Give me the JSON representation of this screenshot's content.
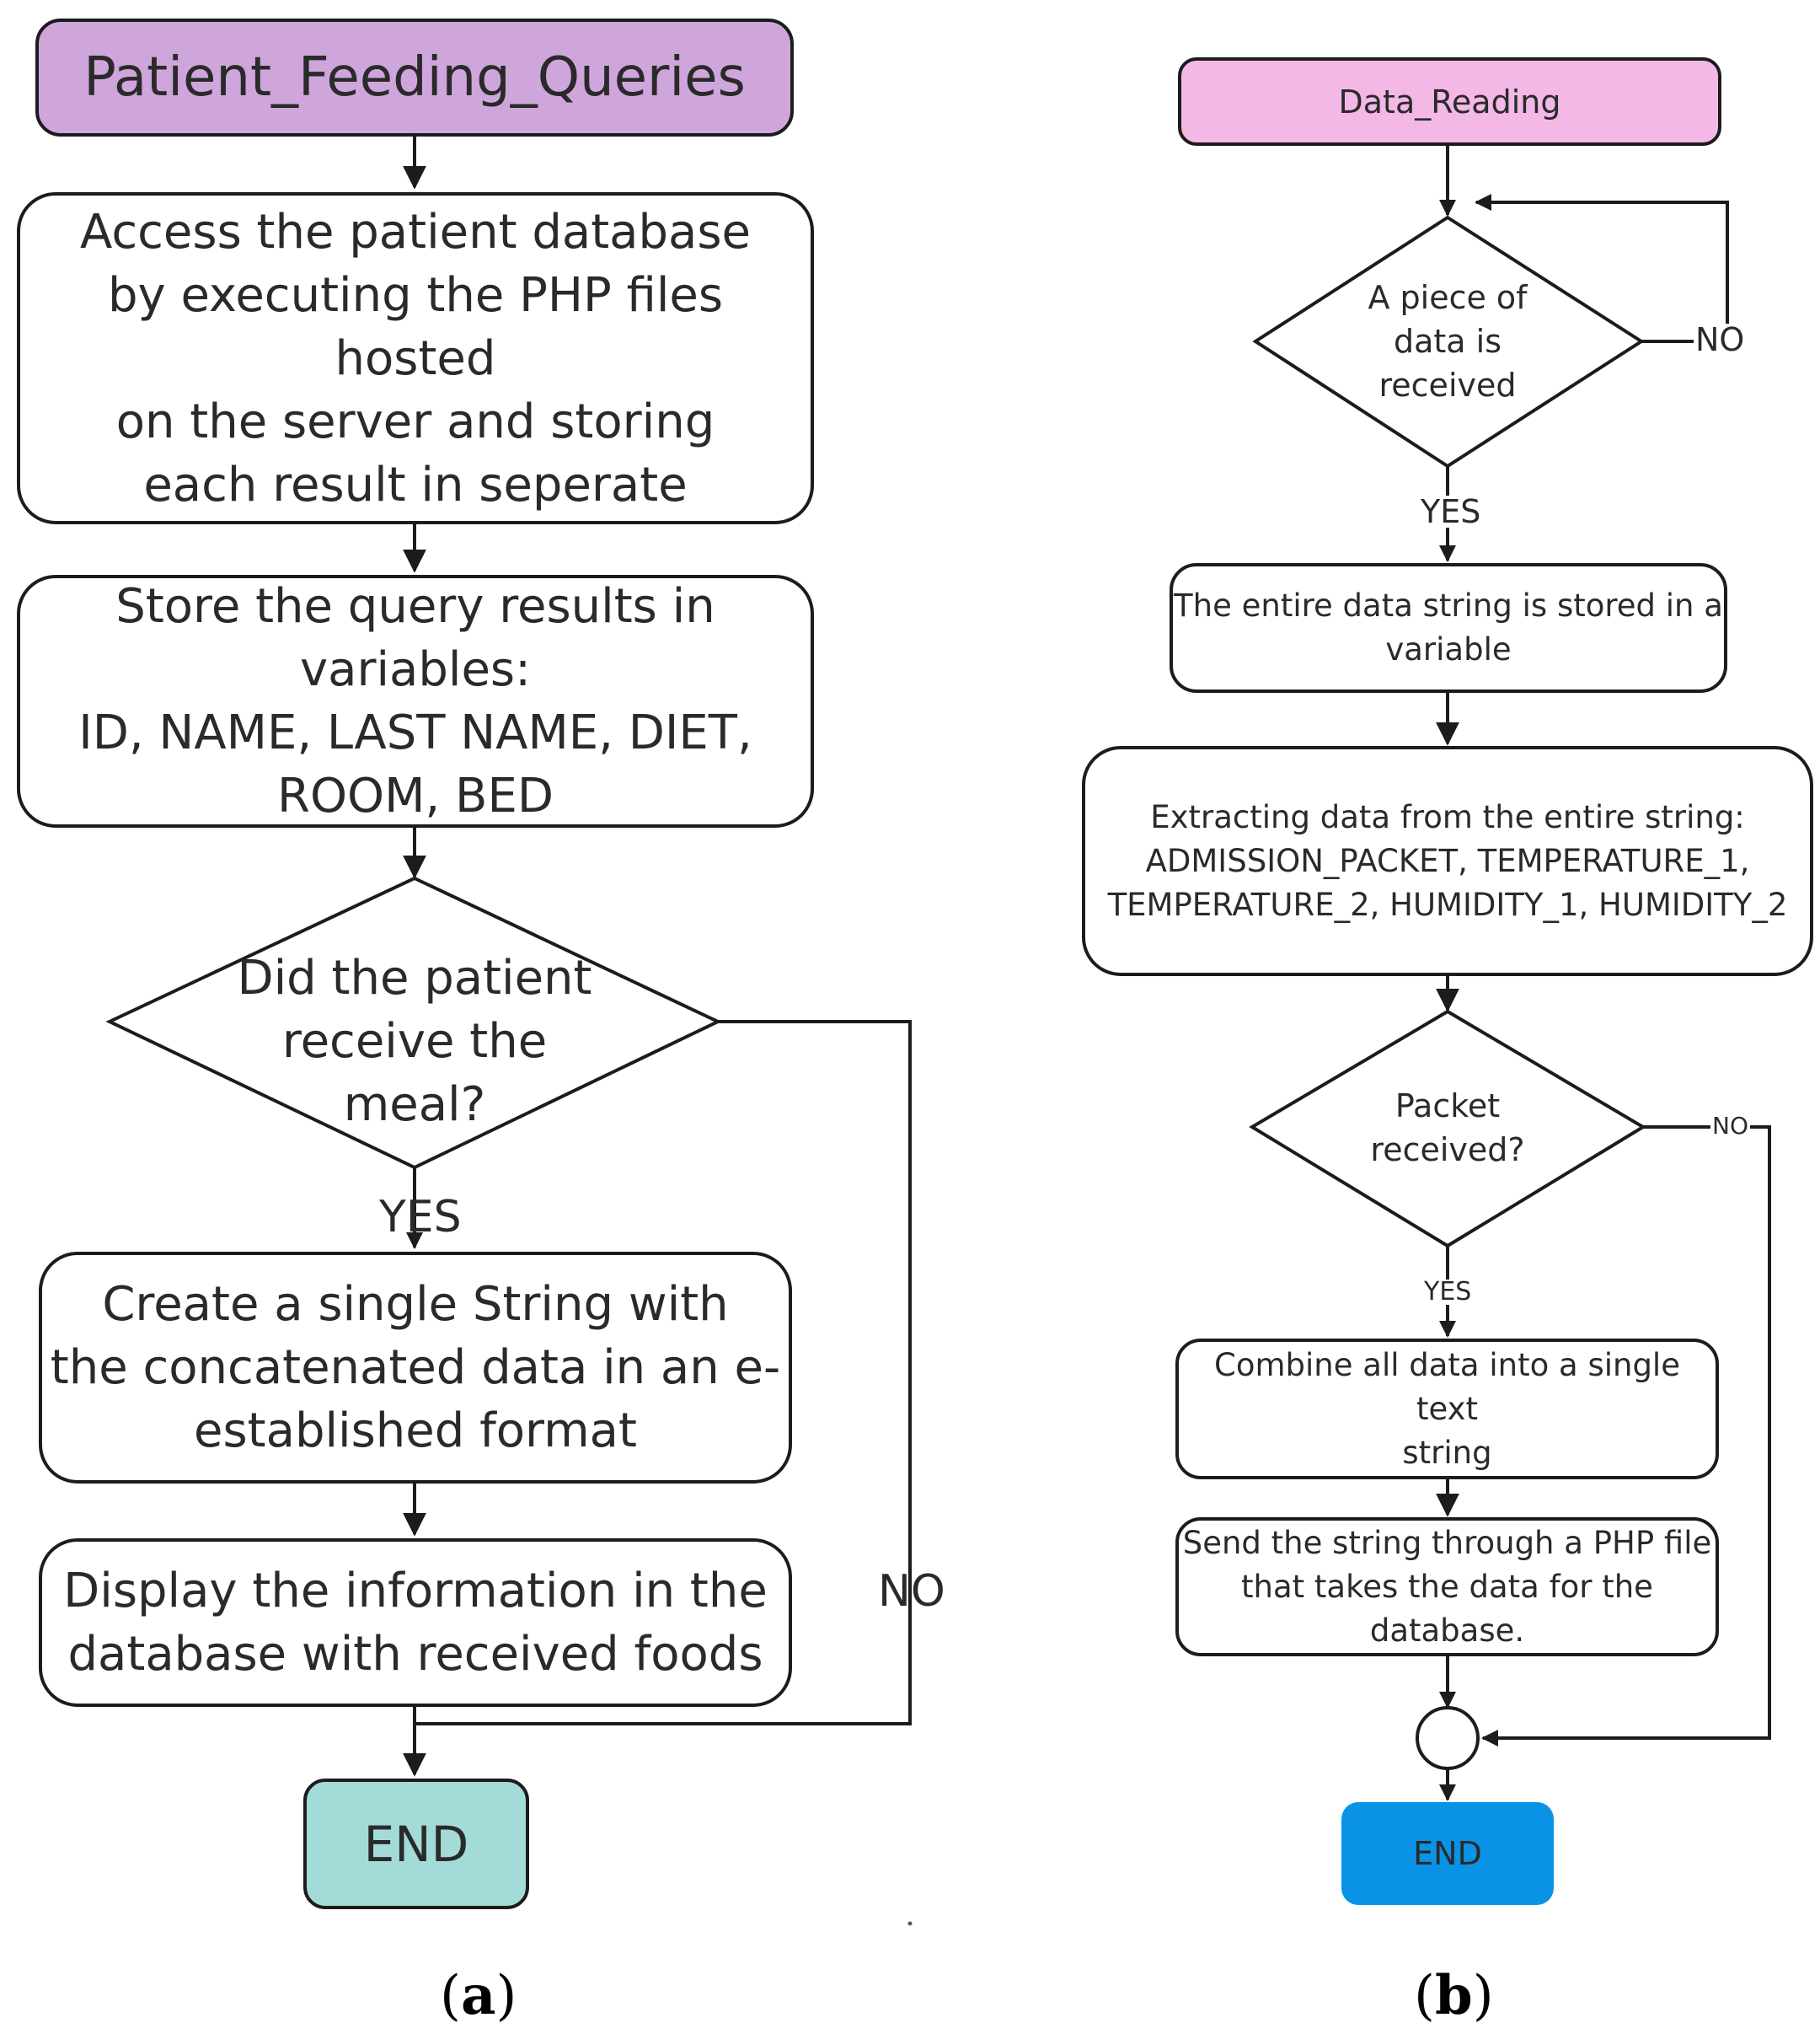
{
  "flowchart_a": {
    "start": "Patient_Feeding_Queries",
    "step_access": "Access the patient database\nby executing the PHP files hosted\non the server and storing\neach result in seperate",
    "step_store": "Store the query results in variables:\nID, NAME, LAST NAME, DIET,\nROOM, BED",
    "decision": "Did the patient\nreceive the\nmeal?",
    "yes_label": "YES",
    "no_label": "NO",
    "step_create": "Create a single String with\nthe concatenated data in an e-\nestablished format",
    "step_display": "Display the information in the\ndatabase with received foods",
    "end": "END",
    "caption_letter": "a",
    "colors": {
      "start": "#cfa6dc",
      "end": "#a3dbd8"
    }
  },
  "flowchart_b": {
    "start": "Data_Reading",
    "decision_piece": "A piece of\ndata is\nreceived",
    "no_label_1": "NO",
    "yes_label_1": "YES",
    "step_store": "The entire data string is stored in a\nvariable",
    "step_extract": "Extracting data from the entire string:\nADMISSION_PACKET, TEMPERATURE_1,\nTEMPERATURE_2, HUMIDITY_1, HUMIDITY_2",
    "decision_packet": "Packet\nreceived?",
    "no_label_2": "NO",
    "yes_label_2": "YES",
    "step_combine": "Combine all data into a single text\nstring",
    "step_send": "Send the string through a PHP file\nthat takes the data for the\ndatabase.",
    "end": "END",
    "caption_letter": "b",
    "colors": {
      "start": "#f3b8e6",
      "end": "#0a93e6"
    }
  }
}
